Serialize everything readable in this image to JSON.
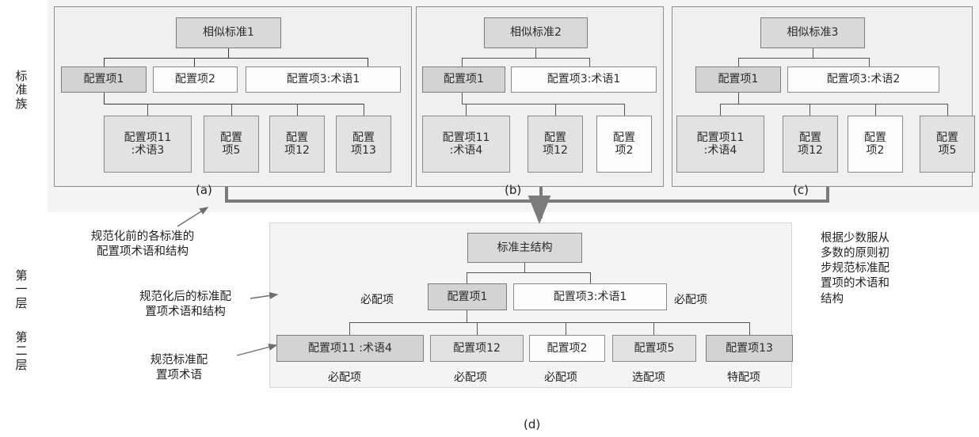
{
  "figure": {
    "left_labels": {
      "family": "标准族",
      "layer1": "第一层",
      "layer2": "第二层"
    },
    "panel_captions": {
      "a": "(a)",
      "b": "(b)",
      "c": "(c)",
      "d": "(d)"
    },
    "annotations": {
      "before_norm": "规范化前的各标准的\n配置项术语和结构",
      "after_norm": "规范化后的标准配\n置项术语和结构",
      "term_norm": "规范标准配\n置项术语",
      "right_note": "根据少数服从\n多数的原则初\n步规范标准配\n置项的术语和\n结构"
    },
    "panels": {
      "a": {
        "root": "相似标准1",
        "level1": [
          "配置项1",
          "配置项2",
          "配置项3:术语1"
        ],
        "level2": [
          "配置项11\n:术语3",
          "配置\n项5",
          "配置\n项12",
          "配置\n项13"
        ]
      },
      "b": {
        "root": "相似标准2",
        "level1": [
          "配置项1",
          "配置项3:术语1"
        ],
        "level2": [
          "配置项11\n:术语4",
          "配置\n项12",
          "配置\n项2"
        ]
      },
      "c": {
        "root": "相似标准3",
        "level1": [
          "配置项1",
          "配置项3:术语2"
        ],
        "level2": [
          "配置项11\n:术语4",
          "配置\n项12",
          "配置\n项2",
          "配置\n项5"
        ]
      },
      "d": {
        "root": "标准主结构",
        "level1": [
          "配置项1",
          "配置项3:术语1"
        ],
        "level1_tags": [
          "必配项",
          "必配项"
        ],
        "level2": [
          "配置项11 :术语4",
          "配置项12",
          "配置项2",
          "配置项5",
          "配置项13"
        ],
        "level2_tags": [
          "必配项",
          "必配项",
          "必配项",
          "选配项",
          "特配项"
        ]
      }
    },
    "colors": {
      "node_dark": "#d3d3d3",
      "node_mid": "#e2e2e2",
      "node_light": "#fcfcfc",
      "border": "#8a8a8a",
      "bus": "#7b7b7b",
      "band": "#f4f4f4"
    }
  }
}
